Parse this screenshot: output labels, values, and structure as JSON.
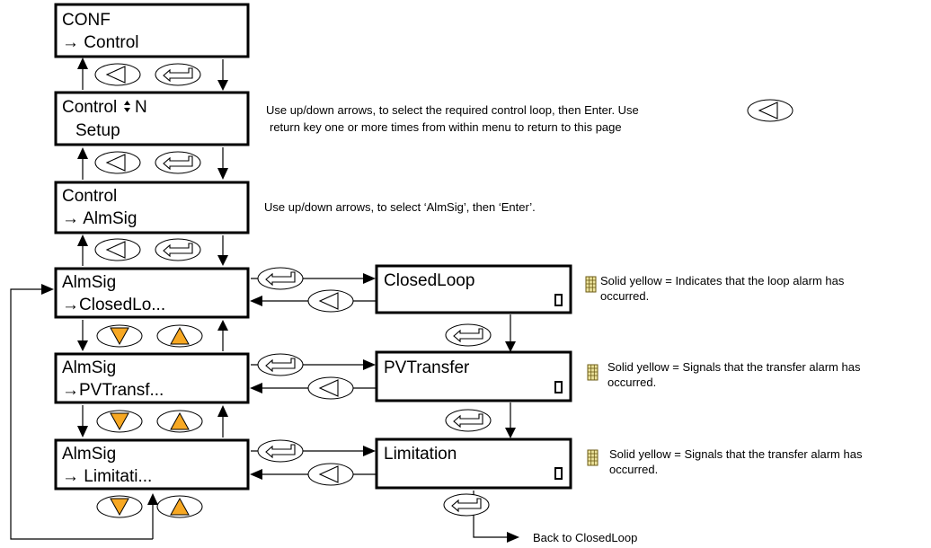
{
  "displays": [
    {
      "id": "conf",
      "line1": "CONF",
      "line2": "→ Control"
    },
    {
      "id": "control-n",
      "line1": "Control",
      "line1_suffix": "N",
      "line2": "Setup"
    },
    {
      "id": "control-almsig",
      "line1": "Control",
      "line2": "→ AlmSig"
    },
    {
      "id": "almsig-closedloop",
      "line1": "AlmSig",
      "line2": "→ClosedLo..."
    },
    {
      "id": "almsig-pvtransfer",
      "line1": "AlmSig",
      "line2": "→PVTransf..."
    },
    {
      "id": "almsig-limitation",
      "line1": "AlmSig",
      "line2": "→ Limitati..."
    }
  ],
  "alarm_displays": [
    {
      "id": "closedloop",
      "title": "ClosedLoop"
    },
    {
      "id": "pvtransfer",
      "title": "PVTransfer"
    },
    {
      "id": "limitation",
      "title": "Limitation"
    }
  ],
  "notes": {
    "select_loop_line1": "Use up/down arrows, to select the required control loop, then Enter. Use",
    "select_loop_line2": "return key one or more times from within menu to return to this page",
    "select_almsig": "Use up/down arrows, to select ‘AlmSig’, then ‘Enter’.",
    "closedloop_line1": "Solid yellow = Indicates that the loop alarm has",
    "closedloop_line2": "occurred.",
    "pvtransfer_line1": "Solid yellow = Signals that the transfer alarm has",
    "pvtransfer_line2": "occurred.",
    "limitation_line1": "Solid yellow = Signals that the transfer alarm has",
    "limitation_line2": "occurred.",
    "back_to": "Back to ClosedLoop"
  },
  "icons": {
    "page_key": "return-arrow-key-icon",
    "enter_key": "enter-key-icon",
    "down_key": "down-arrow-key-icon",
    "up_key": "up-arrow-key-icon",
    "led": "yellow-led-icon"
  },
  "colors": {
    "arrow_key_fill": "#f7a823",
    "led_fill": "#ece29b"
  }
}
